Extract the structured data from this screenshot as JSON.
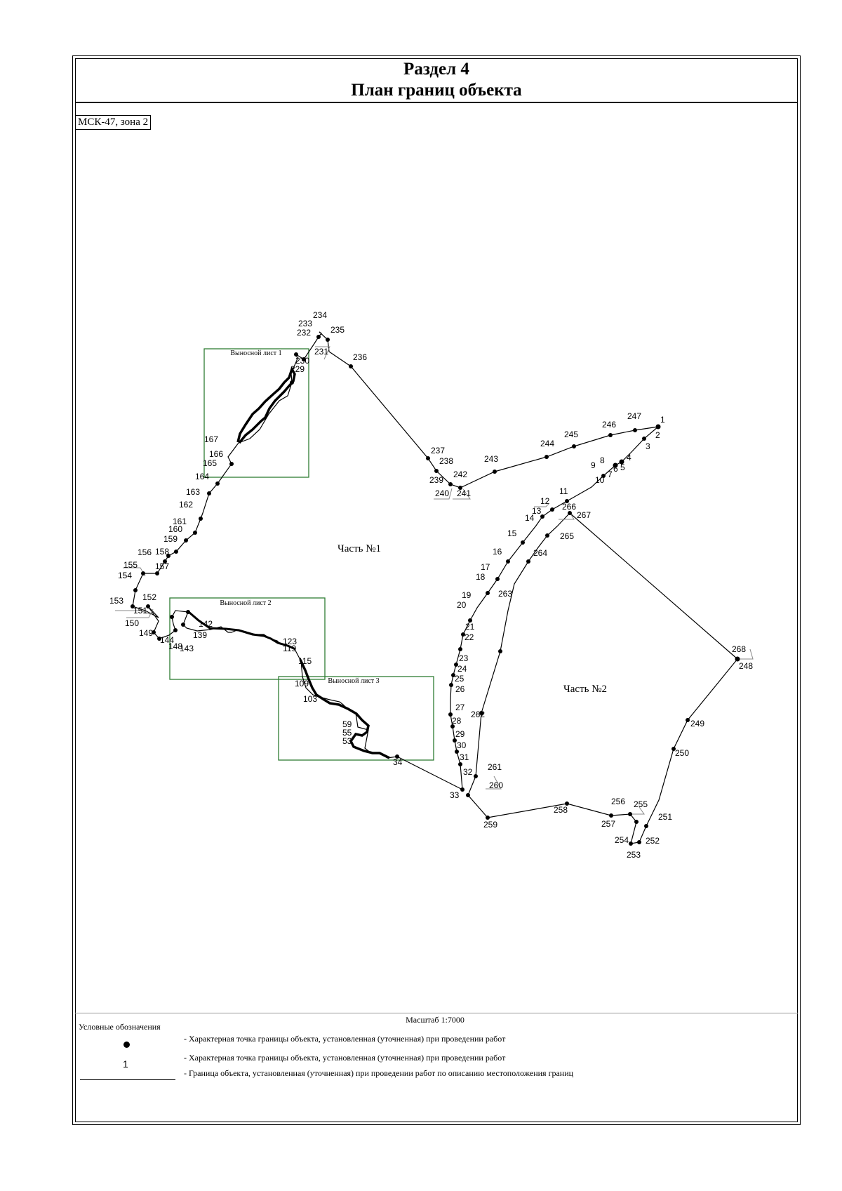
{
  "header": {
    "section": "Раздел 4",
    "title": "План границ объекта"
  },
  "crs_label": "МСК-47, зона 2",
  "inset_sheets": {
    "sheet1": "Выносной лист 1",
    "sheet2": "Выносной лист 2",
    "sheet3": "Выносной лист 3"
  },
  "parts": {
    "part1": "Часть №1",
    "part2": "Часть №2"
  },
  "scale": "Масштаб 1:7000",
  "legend": {
    "title": "Условные обозначения",
    "point_sample_number": "1",
    "point_text": "- Характерная точка границы объекта, установленная (уточненная) при проведении работ",
    "number_text": "- Характерная точка границы объекта, установленная (уточненная) при проведении работ",
    "line_text": "- Граница объекта, установленная (уточненная) при проведении работ по описанию местоположения границ"
  },
  "colors": {
    "boundary": "#000000",
    "inset_frame": "#2e7d32",
    "callout": "#888888"
  },
  "point_labels": [
    "1",
    "2",
    "3",
    "4",
    "5",
    "6",
    "7",
    "8",
    "9",
    "10",
    "11",
    "12",
    "13",
    "14",
    "15",
    "16",
    "17",
    "18",
    "19",
    "20",
    "21",
    "22",
    "23",
    "24",
    "25",
    "26",
    "27",
    "28",
    "29",
    "30",
    "31",
    "32",
    "33",
    "34",
    "53",
    "55",
    "59",
    "103",
    "109",
    "115",
    "119",
    "123",
    "139",
    "142",
    "143",
    "144",
    "148",
    "149",
    "150",
    "151",
    "152",
    "153",
    "154",
    "155",
    "156",
    "157",
    "158",
    "159",
    "160",
    "161",
    "162",
    "163",
    "164",
    "165",
    "166",
    "167",
    "229",
    "230",
    "231",
    "232",
    "233",
    "234",
    "235",
    "236",
    "237",
    "238",
    "239",
    "240",
    "241",
    "242",
    "243",
    "244",
    "245",
    "246",
    "247",
    "248",
    "249",
    "250",
    "251",
    "252",
    "253",
    "254",
    "255",
    "256",
    "257",
    "258",
    "259",
    "260",
    "261",
    "262",
    "263",
    "264",
    "265",
    "266",
    "267",
    "268"
  ]
}
